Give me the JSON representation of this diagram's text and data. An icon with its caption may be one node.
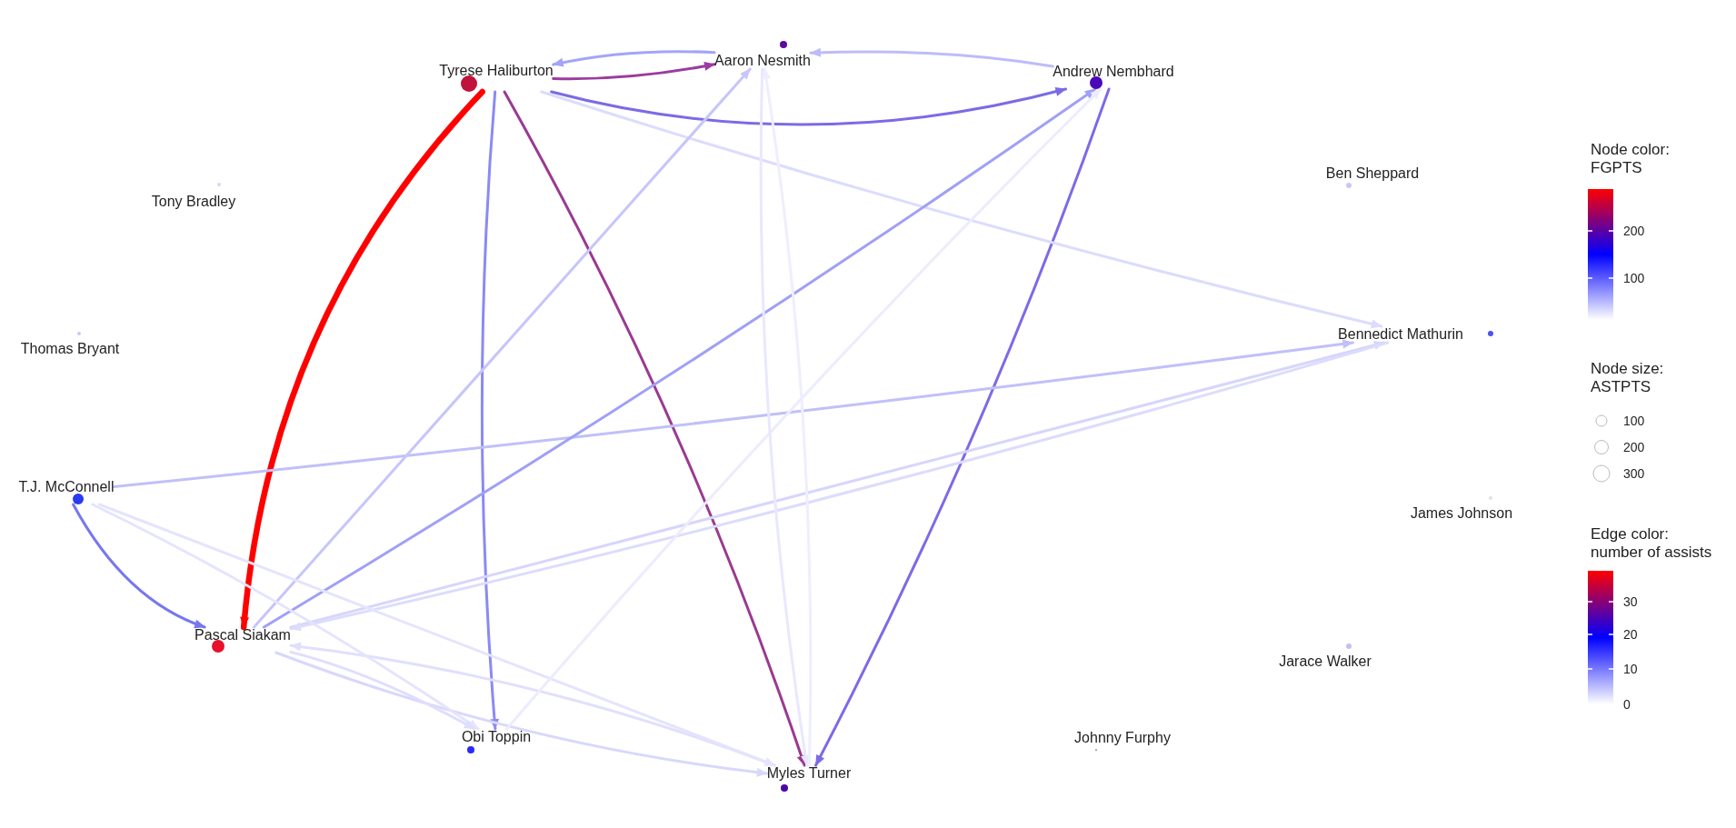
{
  "diagram": {
    "nodes": [
      {
        "text": [
          "Tyrese Haliburton"
        ]
      },
      {
        "text": [
          "Aaron Nesmith"
        ]
      },
      {
        "text": [
          "Andrew Nembhard"
        ]
      },
      {
        "text": [
          "Tony Bradley"
        ]
      },
      {
        "text": [
          "Ben Sheppard"
        ]
      },
      {
        "text": [
          "Thomas Bryant"
        ]
      },
      {
        "text": [
          "Bennedict Mathurin"
        ]
      },
      {
        "text": [
          "T.J. McConnell"
        ]
      },
      {
        "text": [
          "James Johnson"
        ]
      },
      {
        "text": [
          "Pascal Siakam"
        ]
      },
      {
        "text": [
          "Jarace Walker"
        ]
      },
      {
        "text": [
          "Obi Toppin"
        ]
      },
      {
        "text": [
          "Johnny Furphy"
        ]
      },
      {
        "text": [
          "Myles Turner"
        ]
      }
    ],
    "edges": [
      {
        "from": 0,
        "to": 9,
        "arrow": "to",
        "style": "thick",
        "color": "#ff0000"
      },
      {
        "from": 0,
        "to": 1,
        "arrow": "to",
        "color": "#9b3c9e"
      },
      {
        "from": 1,
        "to": 0,
        "arrow": "to",
        "color": "#a4a4f8"
      },
      {
        "from": 0,
        "to": 2,
        "arrow": "to",
        "color": "#7b6be6"
      },
      {
        "from": 2,
        "to": 1,
        "arrow": "to",
        "color": "#bcbcfa"
      },
      {
        "from": 0,
        "to": 11,
        "arrow": "to",
        "color": "#8a8af5"
      },
      {
        "from": 0,
        "to": 13,
        "arrow": "to",
        "color": "#9a3a90"
      },
      {
        "from": 2,
        "to": 13,
        "arrow": "to",
        "color": "#7b6be6"
      },
      {
        "from": 0,
        "to": 6,
        "arrow": "to",
        "color": "#dcdcfd"
      },
      {
        "from": 7,
        "to": 9,
        "arrow": "to",
        "color": "#7777ee"
      },
      {
        "from": 7,
        "to": 6,
        "arrow": "to",
        "color": "#c0c0fa"
      },
      {
        "from": 9,
        "to": 2,
        "arrow": "to",
        "color": "#a0a0f7"
      },
      {
        "from": 9,
        "to": 1,
        "arrow": "to",
        "color": "#c6c6fb"
      },
      {
        "from": 9,
        "to": 6,
        "arrow": "to",
        "color": "#d6d6fc"
      },
      {
        "from": 6,
        "to": 9,
        "arrow": "to",
        "color": "#dcdcfd"
      },
      {
        "from": 13,
        "to": 9,
        "arrow": "to",
        "color": "#e0e0fd"
      },
      {
        "from": 9,
        "to": 13,
        "arrow": "to",
        "color": "#d8d8fc"
      },
      {
        "from": 7,
        "to": 11,
        "arrow": "to",
        "color": "#e4e4fd"
      },
      {
        "from": 7,
        "to": 13,
        "arrow": "to",
        "color": "#e4e4fd"
      },
      {
        "from": 11,
        "to": 2,
        "arrow": "to",
        "color": "#ececfe"
      },
      {
        "from": 1,
        "to": 13,
        "arrow": "to",
        "color": "#e8e8fe"
      },
      {
        "from": 13,
        "to": 1,
        "arrow": "to",
        "color": "#eeeefe"
      },
      {
        "from": 9,
        "to": 11,
        "arrow": "to",
        "color": "#dedefd"
      }
    ],
    "labels": [
      "Node color: FGPTS",
      "200",
      "100",
      "Node size: ASTPTS",
      "100",
      "200",
      "300",
      "Edge color: number of assists",
      "30",
      "20",
      "10",
      "0"
    ]
  }
}
